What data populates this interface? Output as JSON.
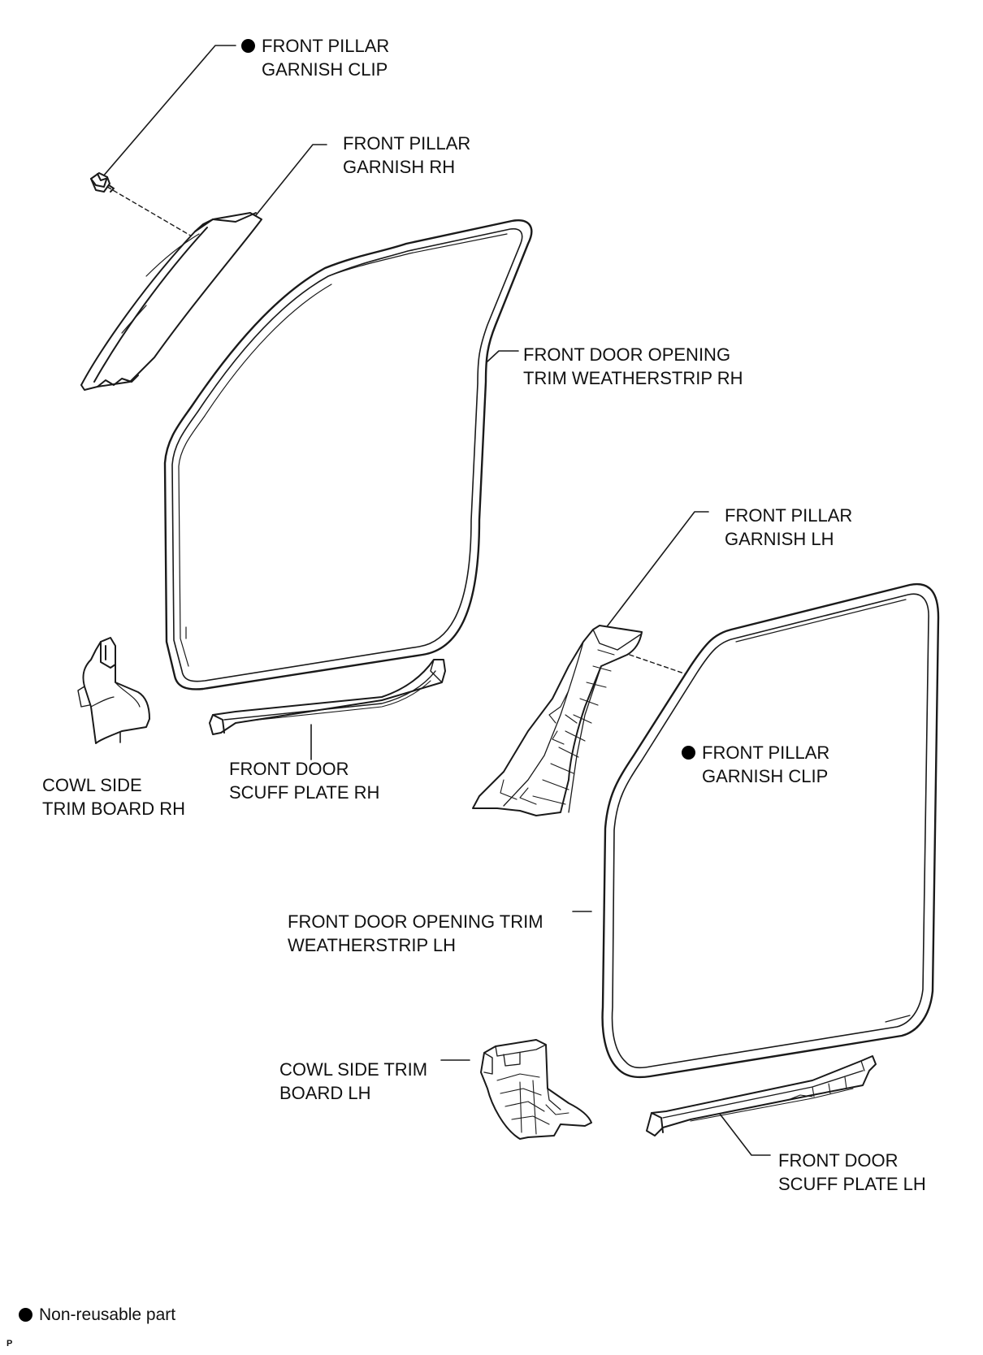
{
  "labels": {
    "front_pillar_garnish_clip_rh": [
      "FRONT PILLAR",
      "GARNISH CLIP"
    ],
    "front_pillar_garnish_rh": [
      "FRONT PILLAR",
      "GARNISH RH"
    ],
    "front_door_opening_trim_weatherstrip_rh": [
      "FRONT DOOR OPENING",
      "TRIM WEATHERSTRIP RH"
    ],
    "front_pillar_garnish_lh": [
      "FRONT PILLAR",
      "GARNISH LH"
    ],
    "front_pillar_garnish_clip_lh": [
      "FRONT PILLAR",
      "GARNISH CLIP"
    ],
    "cowl_side_trim_board_rh": [
      "COWL SIDE",
      "TRIM BOARD RH"
    ],
    "front_door_scuff_plate_rh": [
      "FRONT DOOR",
      "SCUFF PLATE RH"
    ],
    "front_door_opening_trim_weatherstrip_lh": [
      "FRONT DOOR OPENING TRIM",
      "WEATHERSTRIP LH"
    ],
    "cowl_side_trim_board_lh": [
      "COWL SIDE TRIM",
      "BOARD LH"
    ],
    "front_door_scuff_plate_lh": [
      "FRONT DOOR",
      "SCUFF PLATE LH"
    ]
  },
  "legend": {
    "symbol": "bullet-icon",
    "text": "Non-reusable part"
  },
  "corner_mark": "P",
  "colors": {
    "line": "#1a1a1a",
    "part_fill": "#ffffff",
    "shade": "#d9d9d9"
  }
}
